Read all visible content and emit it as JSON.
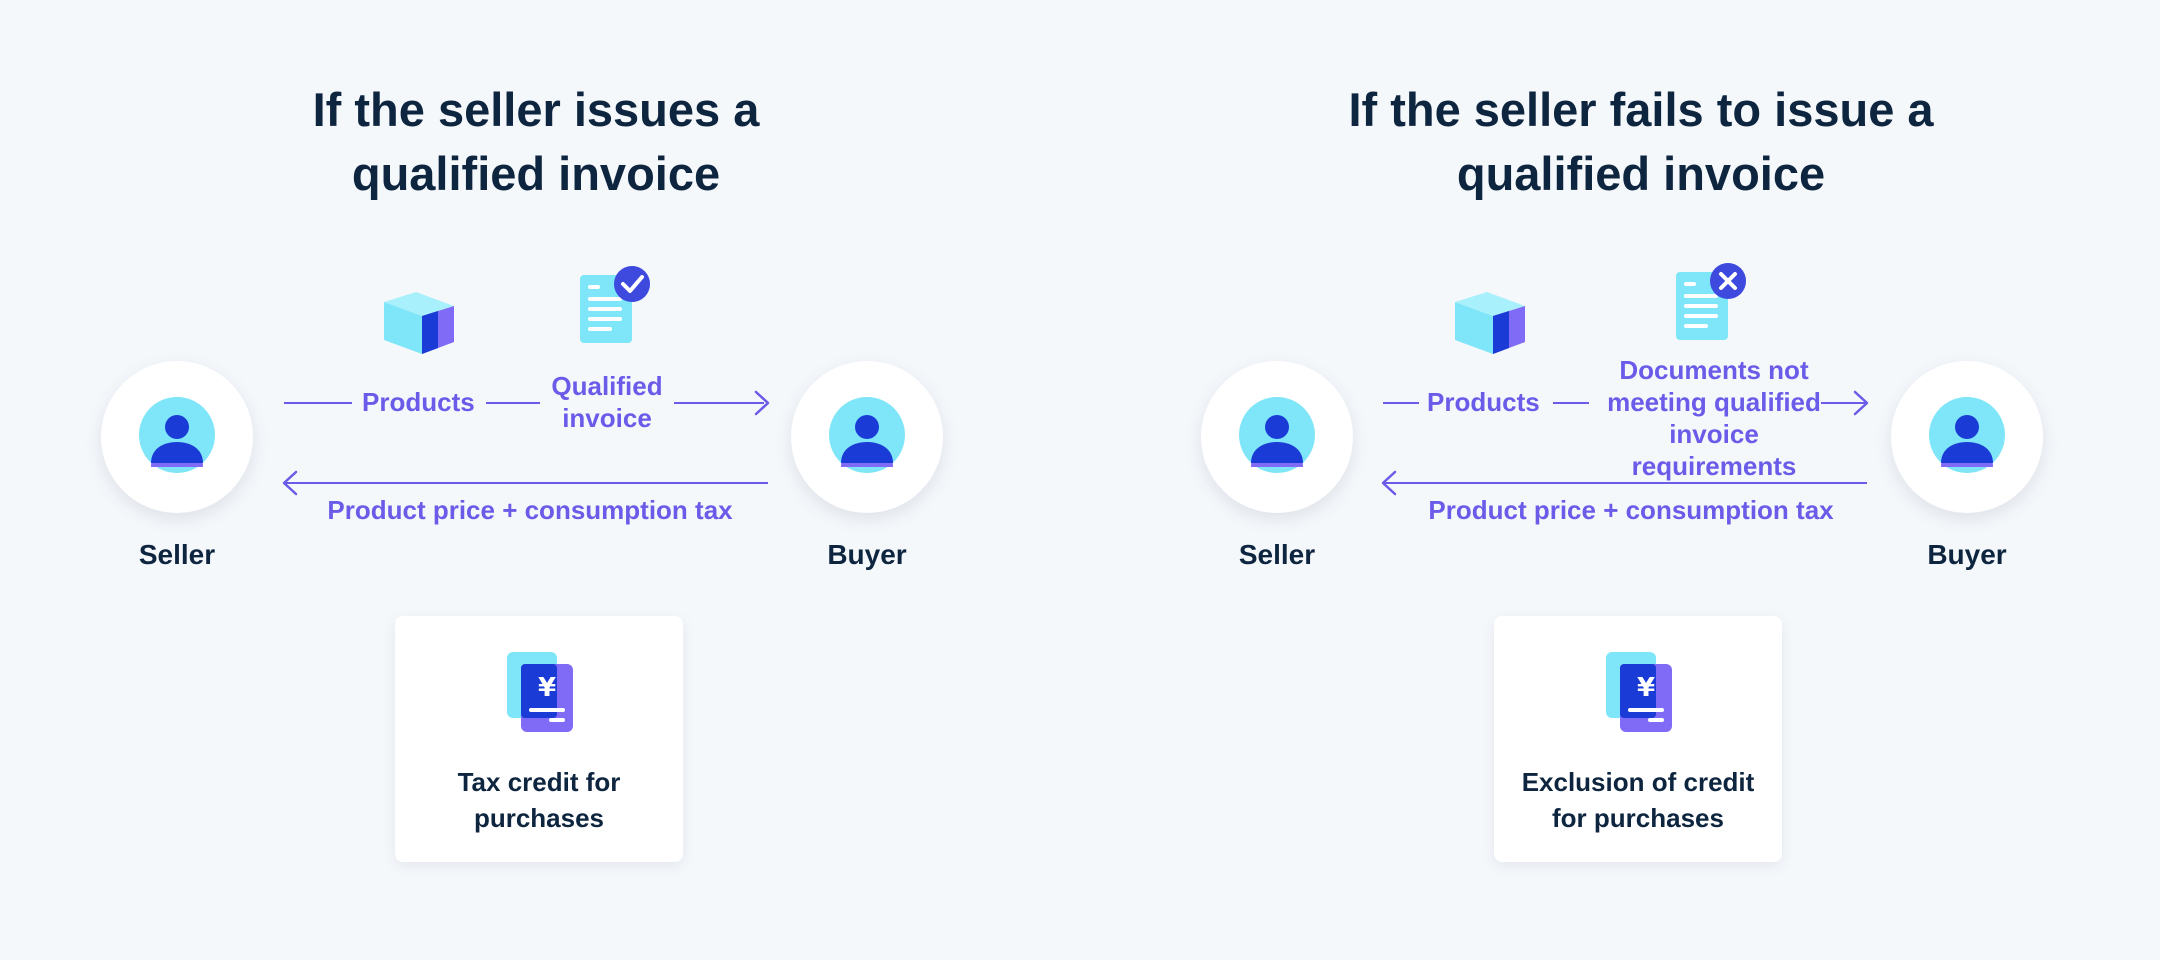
{
  "colors": {
    "background": "#f5f8fb",
    "heading": "#0d253f",
    "accent": "#6a5be8",
    "icon_light": "#7ee6f8",
    "icon_dark": "#1a3bd6",
    "icon_purple": "#7f6bf6"
  },
  "left": {
    "title_line1": "If the seller issues a",
    "title_line2": "qualified invoice",
    "seller": "Seller",
    "buyer": "Buyer",
    "products": "Products",
    "document_line1": "Qualified",
    "document_line2": "invoice",
    "document_icon": "invoice-check-icon",
    "payment": "Product price + consumption tax",
    "card_line1": "Tax credit for",
    "card_line2": "purchases"
  },
  "right": {
    "title_line1": "If the seller fails to issue a",
    "title_line2": "qualified invoice",
    "seller": "Seller",
    "buyer": "Buyer",
    "products": "Products",
    "document_line1": "Documents not",
    "document_line2": "meeting qualified",
    "document_line3": "invoice requirements",
    "document_icon": "invoice-cross-icon",
    "payment": "Product price + consumption tax",
    "card_line1": "Exclusion of credit",
    "card_line2": "for purchases"
  }
}
